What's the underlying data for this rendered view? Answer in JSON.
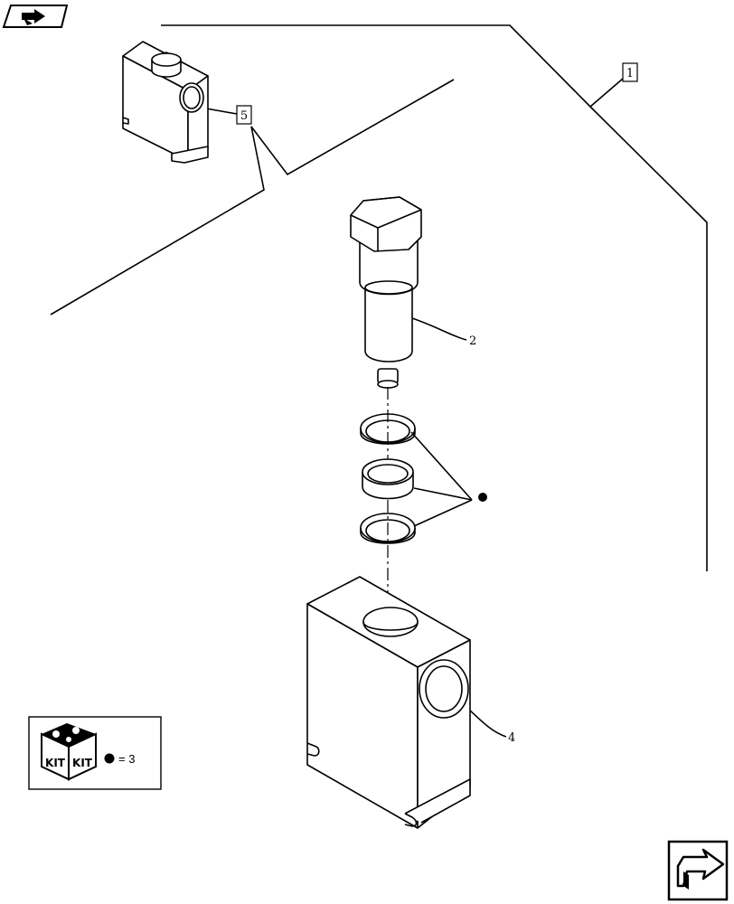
{
  "callouts": {
    "c1": "1",
    "c2": "2",
    "c4": "4",
    "c5": "5"
  },
  "kit_legend": {
    "kit_text_left": "KIT",
    "kit_text_right": "KIT",
    "equals_text": "= 3"
  },
  "icons": {
    "top_left": "previous-page-arrow-icon",
    "bottom_right": "next-page-arrow-icon"
  }
}
